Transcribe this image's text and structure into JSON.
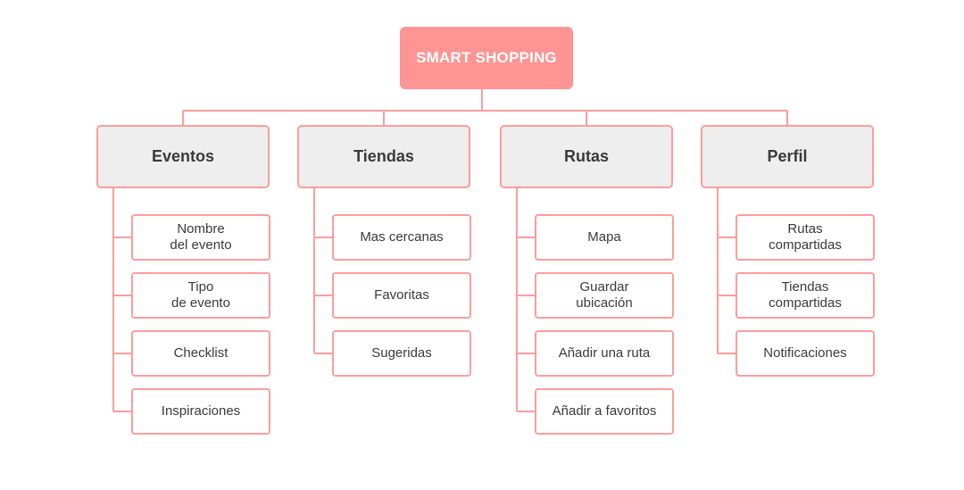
{
  "root": {
    "label": "SMART SHOPPING"
  },
  "categories": [
    {
      "label": "Eventos",
      "items": [
        "Nombre\ndel evento",
        "Tipo\nde evento",
        "Checklist",
        "Inspiraciones"
      ]
    },
    {
      "label": "Tiendas",
      "items": [
        "Mas cercanas",
        "Favoritas",
        "Sugeridas"
      ]
    },
    {
      "label": "Rutas",
      "items": [
        "Mapa",
        "Guardar\nubicación",
        "Añadir una ruta",
        "Añadir a favoritos"
      ]
    },
    {
      "label": "Perfil",
      "items": [
        "Rutas\ncompartidas",
        "Tiendas\ncompartidas",
        "Notificaciones"
      ]
    }
  ],
  "colors": {
    "root_fill": "#ff9494",
    "line": "#ff9c9c",
    "category_fill": "#eeeeee",
    "text": "#3a3a3a"
  }
}
